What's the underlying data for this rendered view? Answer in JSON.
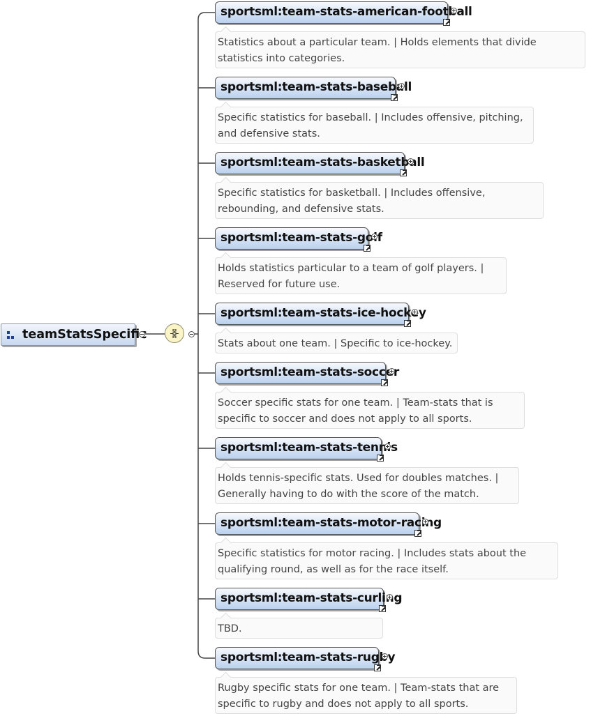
{
  "root": {
    "label": "teamStatsSpecific",
    "icon": "complex-type-icon"
  },
  "compositor": {
    "icon": "sequence-icon"
  },
  "elements": [
    {
      "name": "sportsml:team-stats-american-football",
      "doc": "Statistics about a particular team. | Holds elements that divide statistics into categories."
    },
    {
      "name": "sportsml:team-stats-baseball",
      "doc": "Specific statistics for baseball. | Includes offensive, pitching, and defensive stats."
    },
    {
      "name": "sportsml:team-stats-basketball",
      "doc": "Specific statistics for basketball. | Includes offensive, rebounding, and defensive stats."
    },
    {
      "name": "sportsml:team-stats-golf",
      "doc": "Holds statistics particular to a team of golf players. | Reserved for future use."
    },
    {
      "name": "sportsml:team-stats-ice-hockey",
      "doc": "Stats about one team. | Specific to ice-hockey."
    },
    {
      "name": "sportsml:team-stats-soccer",
      "doc": "Soccer specific stats for one team. | Team-stats that is specific to soccer and does not apply to all sports."
    },
    {
      "name": "sportsml:team-stats-tennis",
      "doc": "Holds tennis-specific stats. Used for doubles matches. | Generally having to do with the score of the match."
    },
    {
      "name": "sportsml:team-stats-motor-racing",
      "doc": "Specific statistics for motor racing. | Includes stats about the qualifying round, as well as for the race itself."
    },
    {
      "name": "sportsml:team-stats-curling",
      "doc": "TBD."
    },
    {
      "name": "sportsml:team-stats-rugby",
      "doc": "Rugby specific stats for one team. | Team-stats that are specific to rugby and does not apply to all sports."
    }
  ],
  "colors": {
    "element_fill_top": "#f7f9fd",
    "element_fill_bottom": "#bad1ee",
    "compositor_fill": "#fbf4c6",
    "connector": "#444444"
  }
}
